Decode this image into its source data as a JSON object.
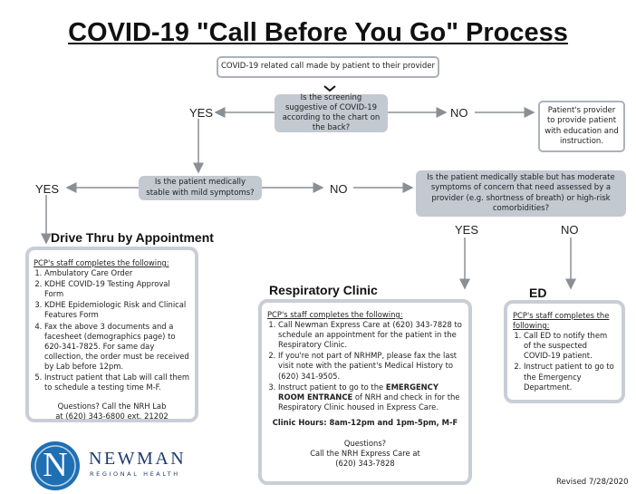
{
  "title": "COVID-19 \"Call Before You Go\" Process",
  "start": "COVID-19 related call made by patient to their provider",
  "q1": "Is the screening suggestive of COVID-19 according to the chart on the back?",
  "q1_yes": "YES",
  "q1_no": "NO",
  "provider_box": "Patient's provider to provide patient with education and instruction.",
  "q2": "Is the patient medically stable with mild symptoms?",
  "q2_yes": "YES",
  "q2_no": "NO",
  "q3": "Is the patient medically stable but has moderate symptoms of concern that need assessed by a provider (e.g. shortness of breath) or high-risk comorbidities?",
  "q3_yes": "YES",
  "q3_no": "NO",
  "drive_thru": {
    "title": "Drive Thru by Appointment",
    "head": "PCP's staff completes the following:",
    "items": [
      "Ambulatory Care Order",
      "KDHE COVID-19 Testing Approval Form",
      "KDHE Epidemiologic Risk and Clinical Features Form",
      "Fax the above 3 documents and a facesheet (demographics page) to 620-341-7825. For same day collection, the order must be received by Lab before 12pm.",
      "Instruct patient that Lab will call them to schedule a testing time M-F."
    ],
    "questions": "Questions? Call the NRH Lab at (620) 343-6800 ext. 21202"
  },
  "resp_clinic": {
    "title": "Respiratory Clinic",
    "head": "PCP's staff completes the following:",
    "item1": "Call Newman Express Care at (620) 343-7828 to schedule an appointment for the patient in the Respiratory Clinic.",
    "item2": "If you're not part of NRHMP, please fax the last visit note with the patient's Medical History to (620) 341-9505.",
    "item3_pre": "Instruct patient to go to the ",
    "item3_bold": "EMERGENCY ROOM ENTRANCE",
    "item3_post": " of NRH and check in for the Respiratory Clinic housed in Express Care.",
    "hours": "Clinic Hours: 8am-12pm and 1pm-5pm, M-F",
    "q_line1": "Questions?",
    "q_line2": "Call the NRH Express Care at",
    "q_line3": "(620) 343-7828"
  },
  "ed": {
    "title": "ED",
    "head": "PCP's staff completes the following:",
    "items": [
      "Call ED to notify them of the suspected COVID-19 patient.",
      "Instruct patient to go to the Emergency Department."
    ]
  },
  "logo": {
    "letter": "N",
    "name": "NEWMAN",
    "sub": "REGIONAL HEALTH"
  },
  "revised": "Revised 7/28/2020",
  "colors": {
    "arrow": "#8a8f96",
    "box_border": "#c9ced6",
    "pill_fill": "#c3c9d1",
    "logo_blue": "#1f6fb4"
  }
}
